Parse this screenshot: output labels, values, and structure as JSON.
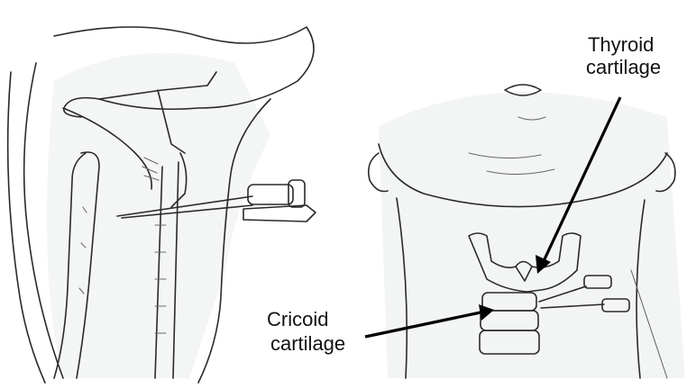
{
  "labels": {
    "thyroid": [
      "Thyroid",
      "cartilage"
    ],
    "cricoid": [
      "Cricoid",
      "cartilage"
    ]
  }
}
